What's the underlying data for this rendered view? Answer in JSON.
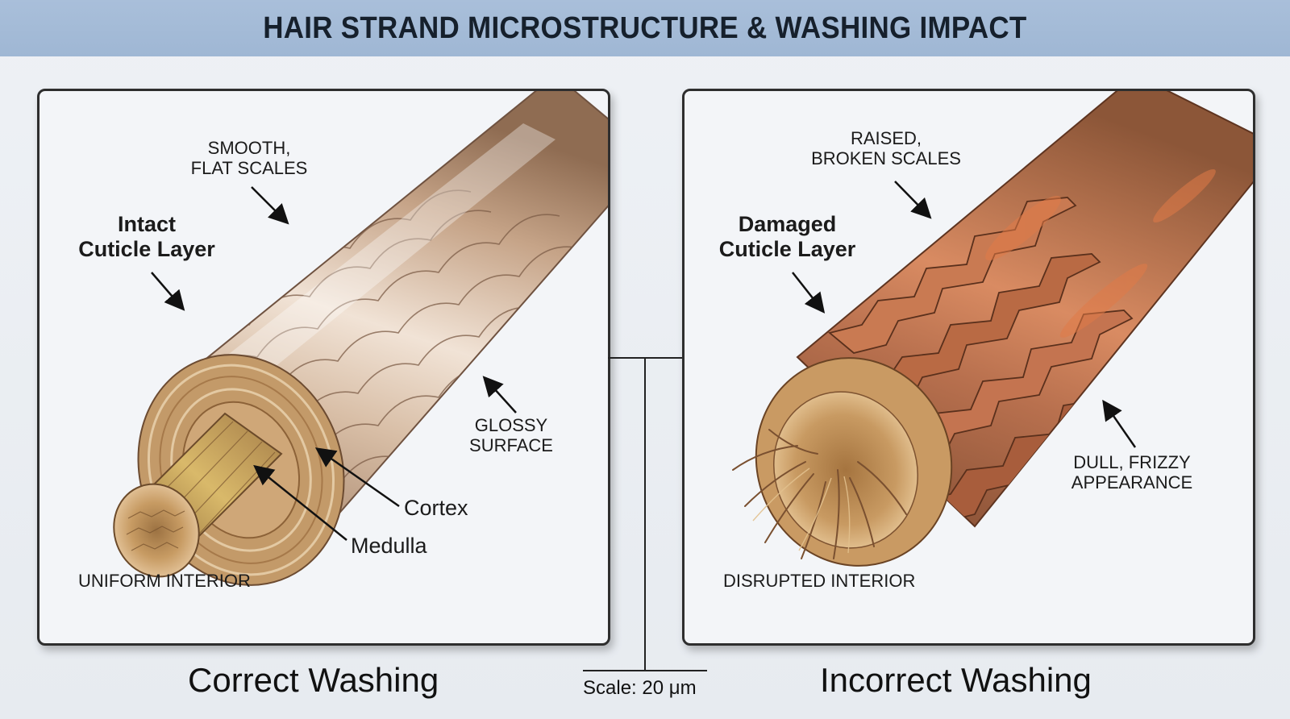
{
  "title": "HAIR STRAND MICROSTRUCTURE & WASHING IMPACT",
  "left_panel": {
    "caption": "Correct Washing",
    "labels": {
      "scales": [
        "SMOOTH,",
        "FLAT SCALES"
      ],
      "cuticle": [
        "Intact",
        "Cuticle Layer"
      ],
      "glossy": [
        "GLOSSY",
        "SURFACE"
      ],
      "cortex": "Cortex",
      "medulla": "Medulla",
      "interior": "UNIFORM INTERIOR"
    }
  },
  "right_panel": {
    "caption": "Incorrect Washing",
    "labels": {
      "scales": [
        "RAISED,",
        "BROKEN SCALES"
      ],
      "cuticle": [
        "Damaged",
        "Cuticle Layer"
      ],
      "appearance": [
        "DULL, FRIZZY",
        "APPEARANCE"
      ],
      "interior": "DISRUPTED INTERIOR"
    }
  },
  "scale": {
    "label": "Scale: 20 μm"
  },
  "colors": {
    "title_bar": "#a9bfda",
    "healthy_hair": "#c4a184",
    "damaged_hair": "#b8704e",
    "damage_accent": "#d9683f"
  }
}
